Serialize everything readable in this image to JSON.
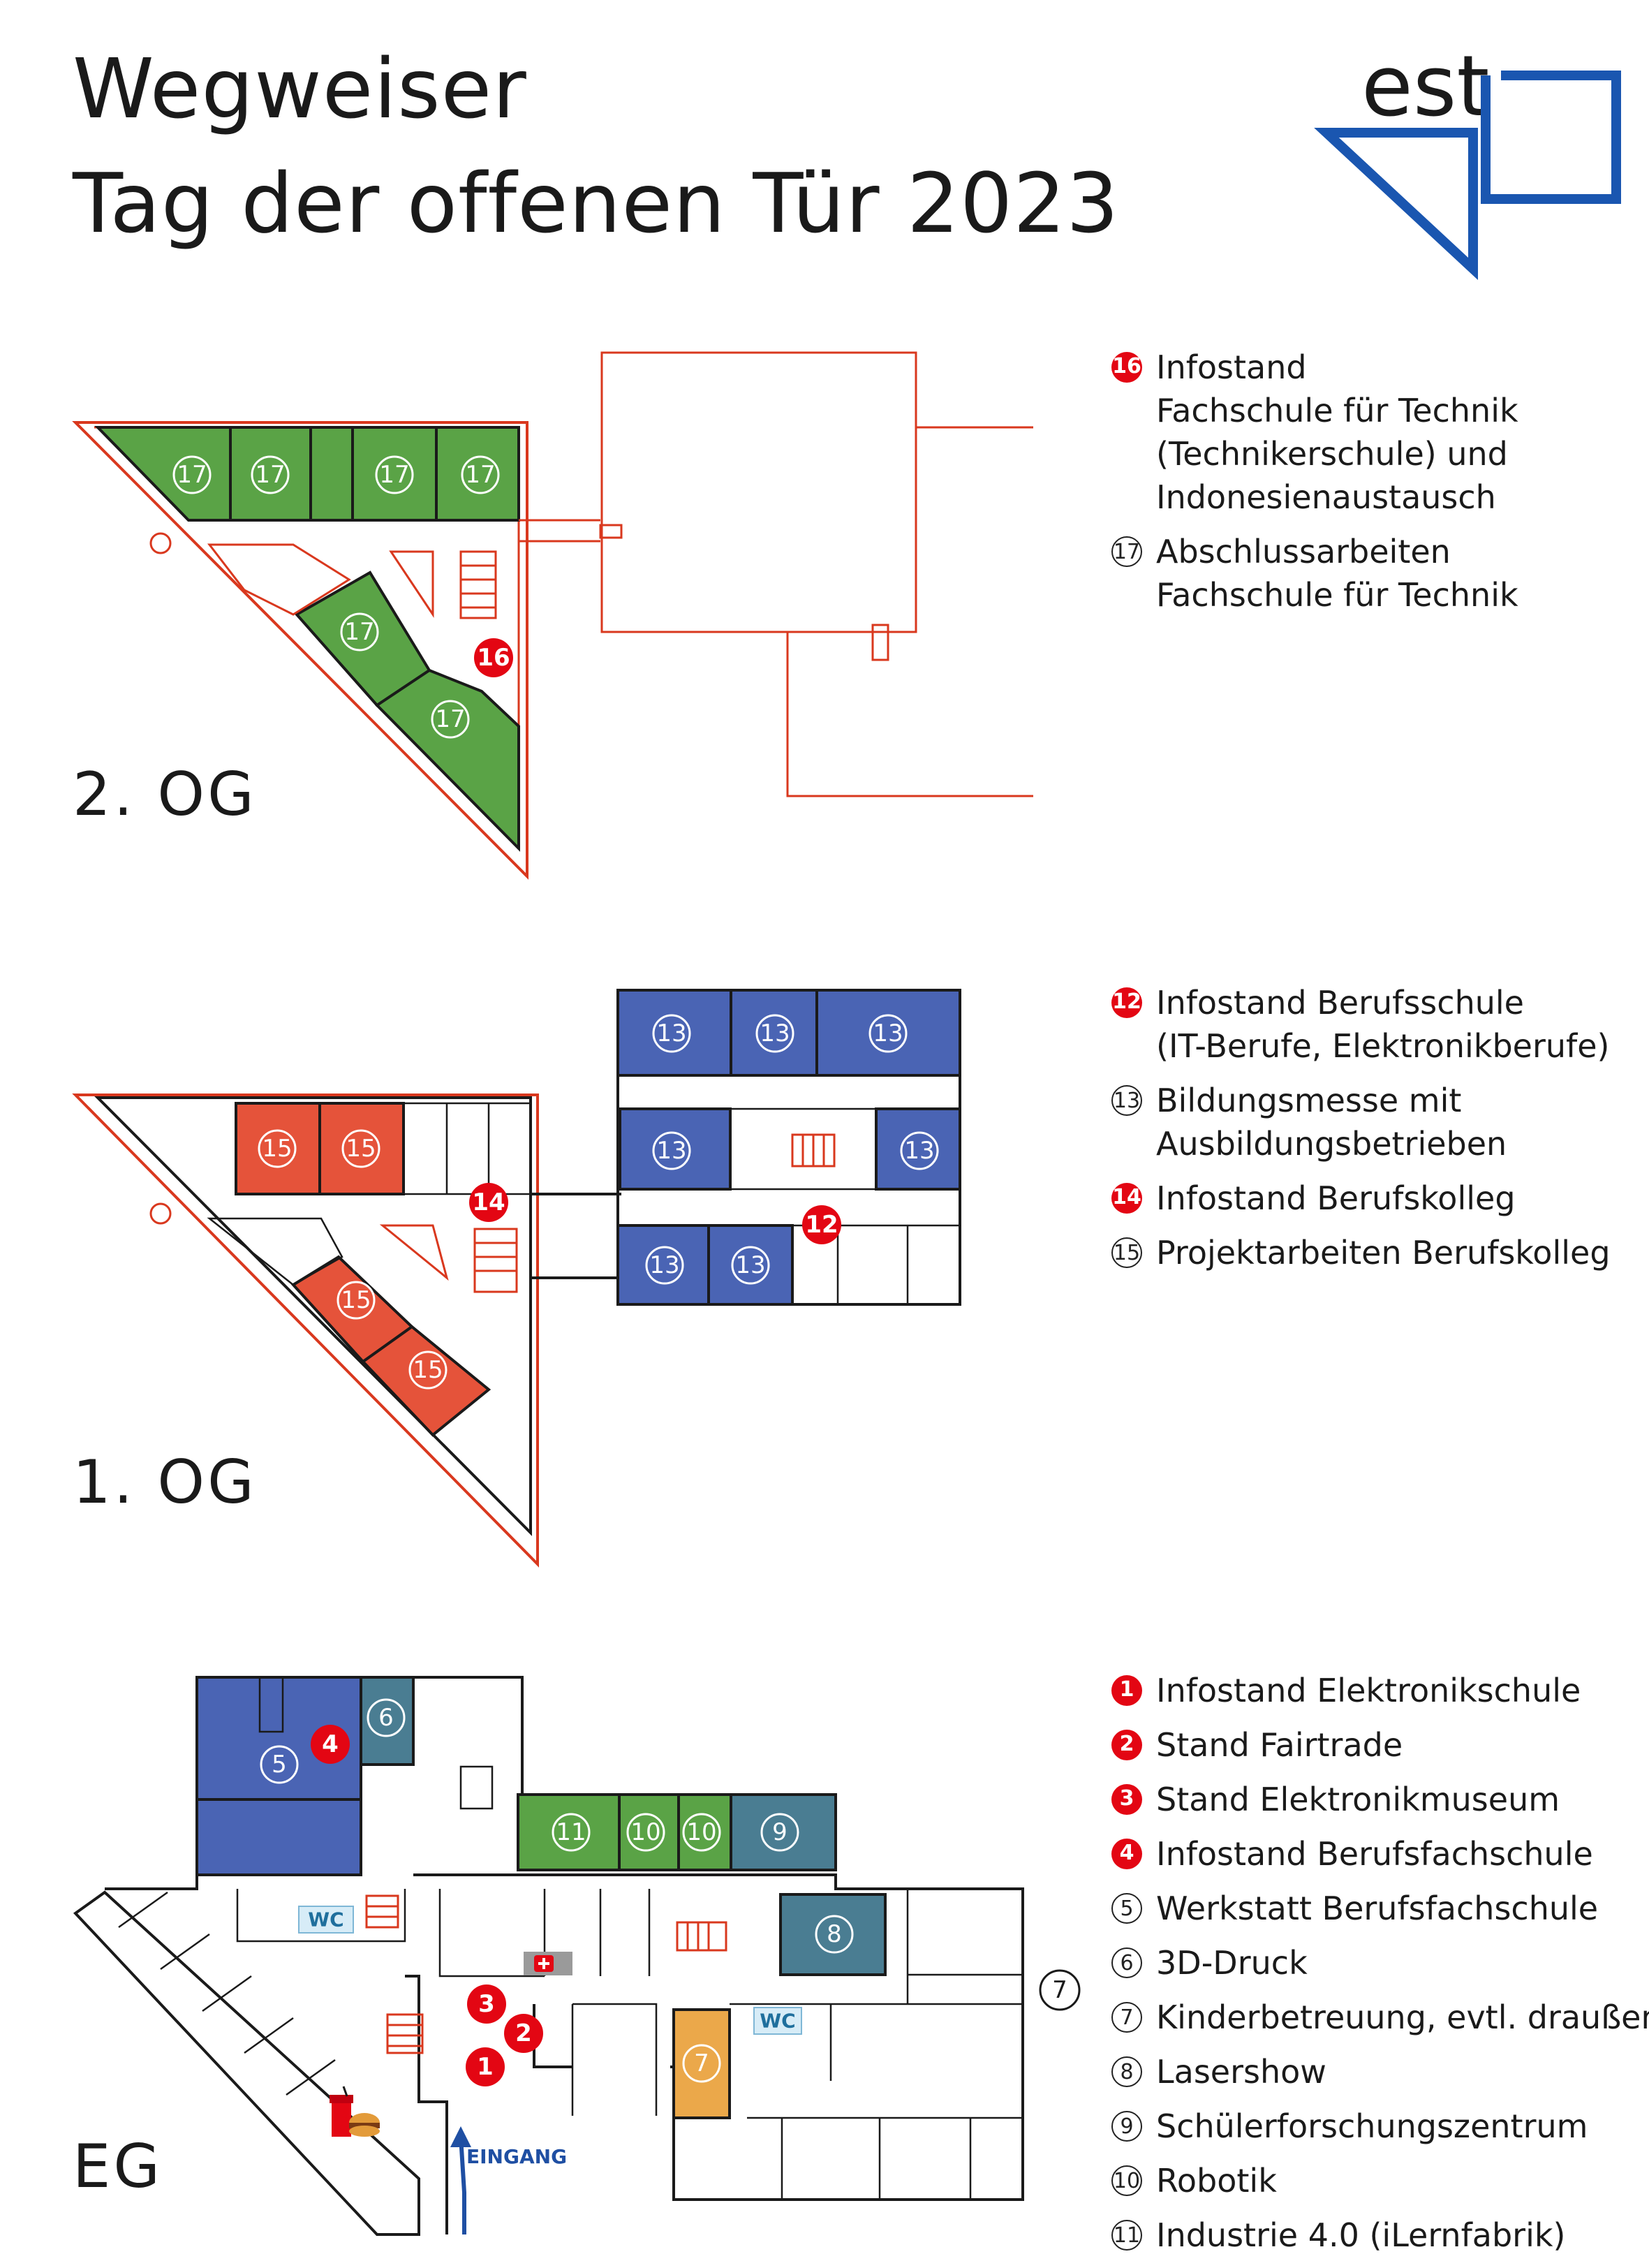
{
  "header": {
    "title_line1": "Wegweiser",
    "title_line2": "Tag der offenen Tür 2023"
  },
  "logo": {
    "text": "est"
  },
  "floors": {
    "og2": {
      "label": "2. OG"
    },
    "og1": {
      "label": "1. OG"
    },
    "eg": {
      "label": "EG"
    }
  },
  "map_labels": {
    "wc": "WC",
    "entrance": "EINGANG"
  },
  "markers": {
    "n1": "1",
    "n2": "2",
    "n3": "3",
    "n4": "4",
    "n5": "5",
    "n6": "6",
    "n7": "7",
    "n8": "8",
    "n9": "9",
    "n10": "10",
    "n11": "11",
    "n12": "12",
    "n13": "13",
    "n14": "14",
    "n15": "15",
    "n16": "16",
    "n17": "17"
  },
  "legend_og2": [
    {
      "num": "16",
      "style": "red",
      "lines": [
        "Infostand",
        "Fachschule für Technik",
        "(Technikerschule) und",
        "Indonesienaustausch"
      ]
    },
    {
      "num": "17",
      "style": "outline",
      "lines": [
        "Abschlussarbeiten",
        "Fachschule für Technik"
      ]
    }
  ],
  "legend_og1": [
    {
      "num": "12",
      "style": "red",
      "lines": [
        "Infostand Berufsschule",
        "(IT-Berufe, Elektronikberufe)"
      ]
    },
    {
      "num": "13",
      "style": "outline",
      "lines": [
        "Bildungsmesse mit",
        "Ausbildungsbetrieben"
      ]
    },
    {
      "num": "14",
      "style": "red",
      "lines": [
        "Infostand Berufskolleg"
      ]
    },
    {
      "num": "15",
      "style": "outline",
      "lines": [
        "Projektarbeiten Berufskolleg"
      ]
    }
  ],
  "legend_eg": [
    {
      "num": "1",
      "style": "red",
      "lines": [
        "Infostand Elektronikschule"
      ]
    },
    {
      "num": "2",
      "style": "red",
      "lines": [
        "Stand Fairtrade"
      ]
    },
    {
      "num": "3",
      "style": "red",
      "lines": [
        "Stand Elektronikmuseum"
      ]
    },
    {
      "num": "4",
      "style": "red",
      "lines": [
        "Infostand Berufsfachschule"
      ]
    },
    {
      "num": "5",
      "style": "outline",
      "lines": [
        "Werkstatt Berufsfachschule"
      ]
    },
    {
      "num": "6",
      "style": "outline",
      "lines": [
        "3D-Druck"
      ]
    },
    {
      "num": "7",
      "style": "outline",
      "lines": [
        "Kinderbetreuung, evtl. draußen"
      ]
    },
    {
      "num": "8",
      "style": "outline",
      "lines": [
        "Lasershow"
      ]
    },
    {
      "num": "9",
      "style": "outline",
      "lines": [
        "Schülerforschungszentrum"
      ]
    },
    {
      "num": "10",
      "style": "outline",
      "lines": [
        "Robotik"
      ]
    },
    {
      "num": "11",
      "style": "outline",
      "lines": [
        "Industrie 4.0 (iLernfabrik)"
      ]
    }
  ],
  "colors": {
    "green": "#5aa346",
    "orange_red": "#e5533a",
    "royal_blue": "#4a64b4",
    "teal": "#4a7d92",
    "amber": "#eba84a",
    "marker_red": "#e30613",
    "wall_red": "#d9381e",
    "logo_blue": "#1a56b0"
  },
  "icons": [
    "first-aid-icon",
    "food-drink-icon",
    "entrance-arrow-icon",
    "stairs-icon"
  ]
}
